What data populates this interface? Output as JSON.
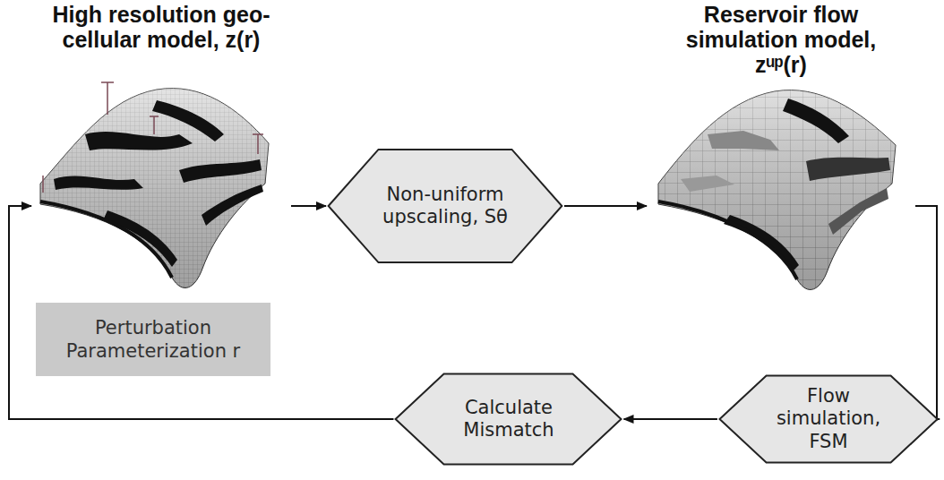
{
  "diagram": {
    "nodes": [
      {
        "text": [
          "High resolution geo-cellular model, z(r)"
        ]
      },
      {
        "text": [
          "Perturbation Parameterization r"
        ]
      },
      {
        "text": [
          "Non-uniform upscaling, Sθ"
        ]
      },
      {
        "text": [
          "Reservoir flow simulation model, zᵘᵖ(r)"
        ]
      },
      {
        "text": [
          "Flow simulation, FSM"
        ]
      },
      {
        "text": [
          "Calculate Mismatch"
        ]
      }
    ],
    "edges": [
      {
        "from": 0,
        "to": 2,
        "arrow": "to"
      },
      {
        "from": 2,
        "to": 3,
        "arrow": "to"
      },
      {
        "from": 3,
        "to": 4,
        "arrow": "to"
      },
      {
        "from": 4,
        "to": 5,
        "arrow": "to"
      },
      {
        "from": 5,
        "to": 0,
        "arrow": "to"
      }
    ]
  }
}
